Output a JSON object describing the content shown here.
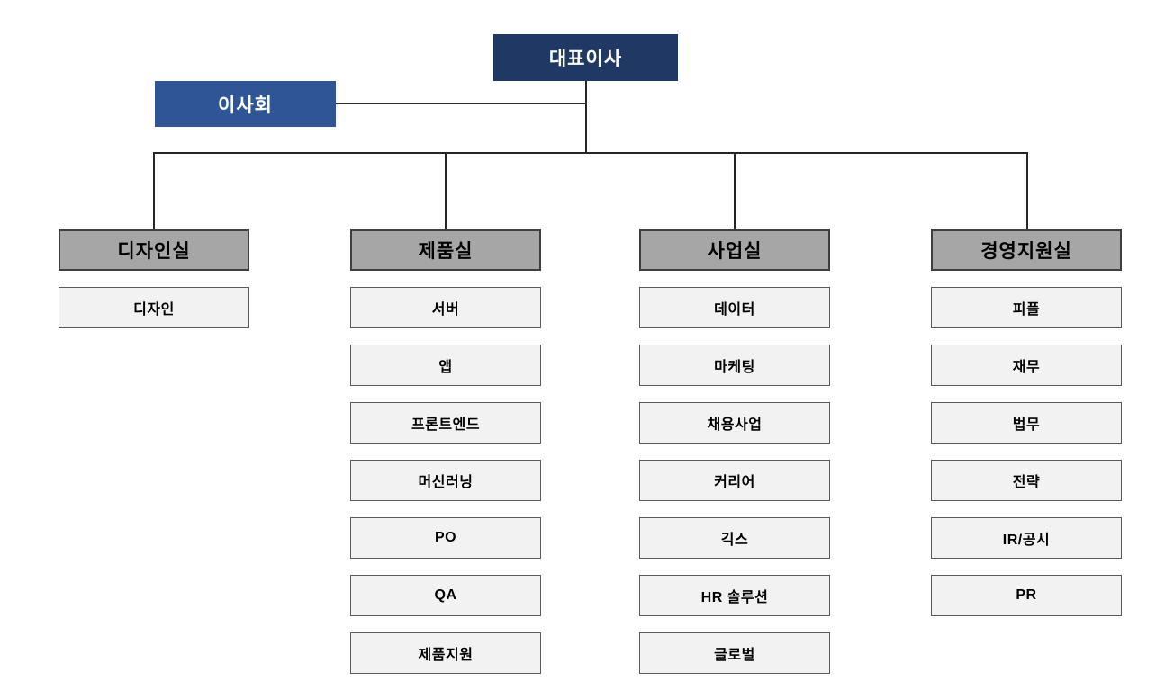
{
  "root": {
    "label": "대표이사"
  },
  "board": {
    "label": "이사회"
  },
  "departments": [
    {
      "name": "디자인실",
      "teams": [
        "디자인"
      ]
    },
    {
      "name": "제품실",
      "teams": [
        "서버",
        "앱",
        "프론트엔드",
        "머신러닝",
        "PO",
        "QA",
        "제품지원"
      ]
    },
    {
      "name": "사업실",
      "teams": [
        "데이터",
        "마케팅",
        "채용사업",
        "커리어",
        "긱스",
        "HR 솔루션",
        "글로벌"
      ]
    },
    {
      "name": "경영지원실",
      "teams": [
        "피플",
        "재무",
        "법무",
        "전략",
        "IR/공시",
        "PR"
      ]
    }
  ],
  "colors": {
    "ceo_bg": "#1F3864",
    "board_bg": "#2F5597",
    "dept_bg": "#A6A6A6",
    "dept_border": "#3F3F3F",
    "team_bg": "#F2F2F2",
    "team_border": "#595959",
    "line": "#262626"
  }
}
